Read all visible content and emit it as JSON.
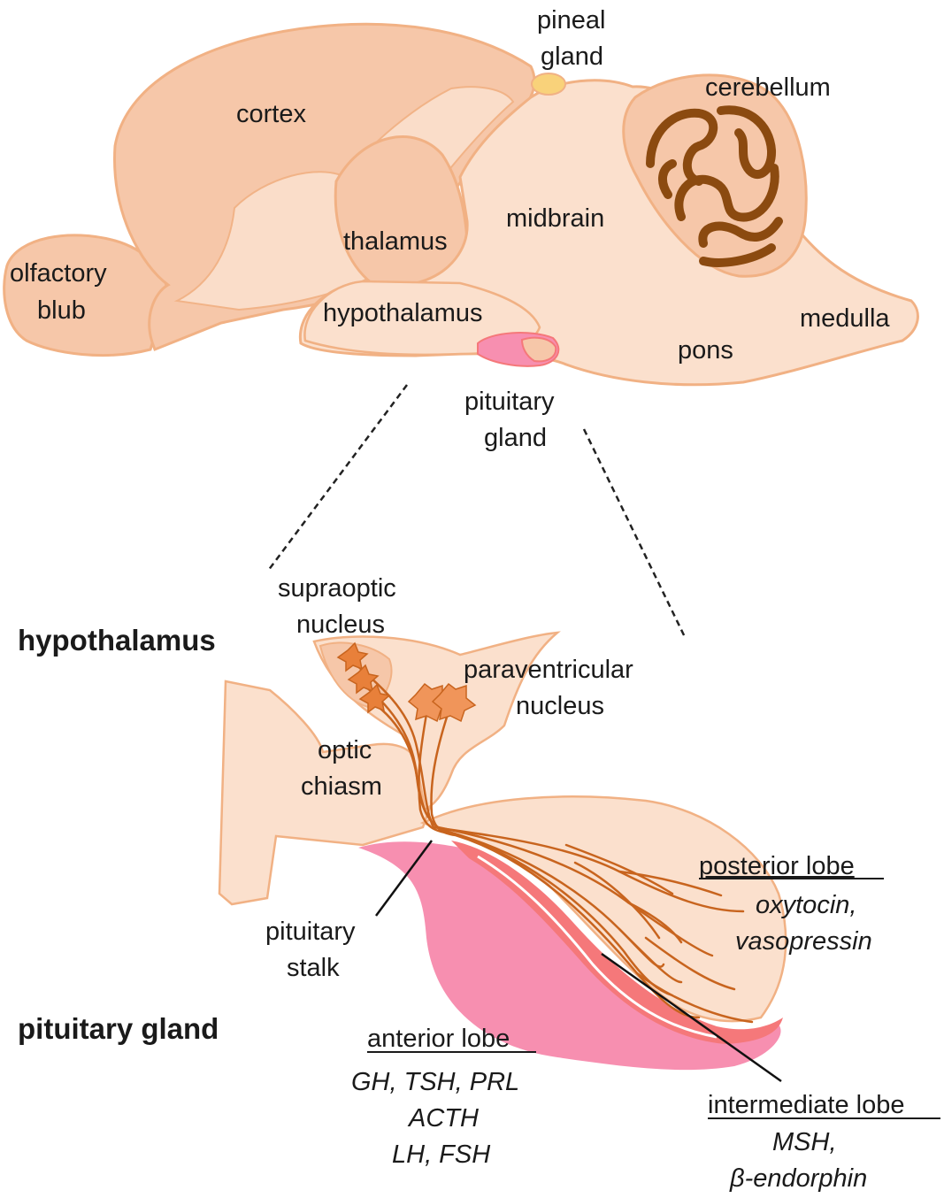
{
  "brain": {
    "cortex": "cortex",
    "pineal_line1": "pineal",
    "pineal_line2": "gland",
    "cerebellum": "cerebellum",
    "midbrain": "midbrain",
    "thalamus": "thalamus",
    "olfactory_line1": "olfactory",
    "olfactory_line2": "blub",
    "hypothalamus": "hypothalamus",
    "medulla": "medulla",
    "pons": "pons",
    "pituitary_line1": "pituitary",
    "pituitary_line2": "gland"
  },
  "detail": {
    "heading_hypothalamus": "hypothalamus",
    "heading_pituitary": "pituitary gland",
    "supraoptic_line1": "supraoptic",
    "supraoptic_line2": "nucleus",
    "paraventricular_line1": "paraventricular",
    "paraventricular_line2": "nucleus",
    "optic_line1": "optic",
    "optic_line2": "chiasm",
    "stalk_line1": "pituitary",
    "stalk_line2": "stalk",
    "posterior_title": "posterior lobe",
    "posterior_h1": "oxytocin,",
    "posterior_h2": "vasopressin",
    "anterior_title": "anterior lobe",
    "anterior_h1": "GH, TSH, PRL",
    "anterior_h2": "ACTH",
    "anterior_h3": "LH, FSH",
    "intermediate_title": "intermediate lobe",
    "intermediate_h1": "MSH,",
    "intermediate_h2": "β-endorphin"
  },
  "colors": {
    "brain_fill": "#f6c7a9",
    "brain_light": "#fbe0cd",
    "outline": "#f1b184",
    "cerebellum_folia": "#8b4a10",
    "pineal": "#f9d27a",
    "pituitary_pink": "#f78fb0",
    "intermediate_red": "#f5787a",
    "neuron": "#e8803a",
    "axon": "#c8641e"
  }
}
